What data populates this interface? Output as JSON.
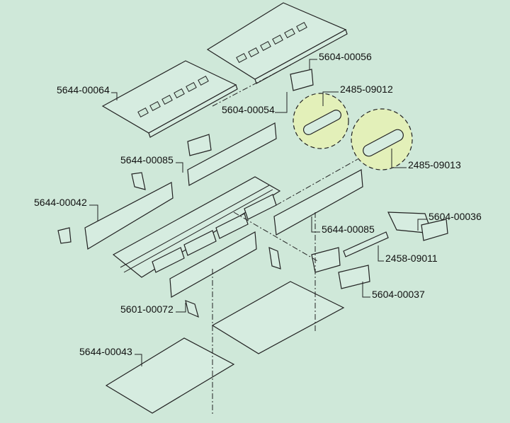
{
  "colors": {
    "background": "#cfe8d9",
    "detail_circle": "#e3f0b9",
    "line": "#222222"
  },
  "labels": {
    "l1": "5644-00064",
    "l2": "5604-00056",
    "l3": "5604-00054",
    "l4": "2485-09012",
    "l5": "2485-09013",
    "l6": "5644-00085",
    "l7": "5644-00042",
    "l8": "5644-00085",
    "l9": "5604-00036",
    "l10": "2458-09011",
    "l11": "5604-00037",
    "l12": "5601-00072",
    "l13": "5644-00043"
  }
}
